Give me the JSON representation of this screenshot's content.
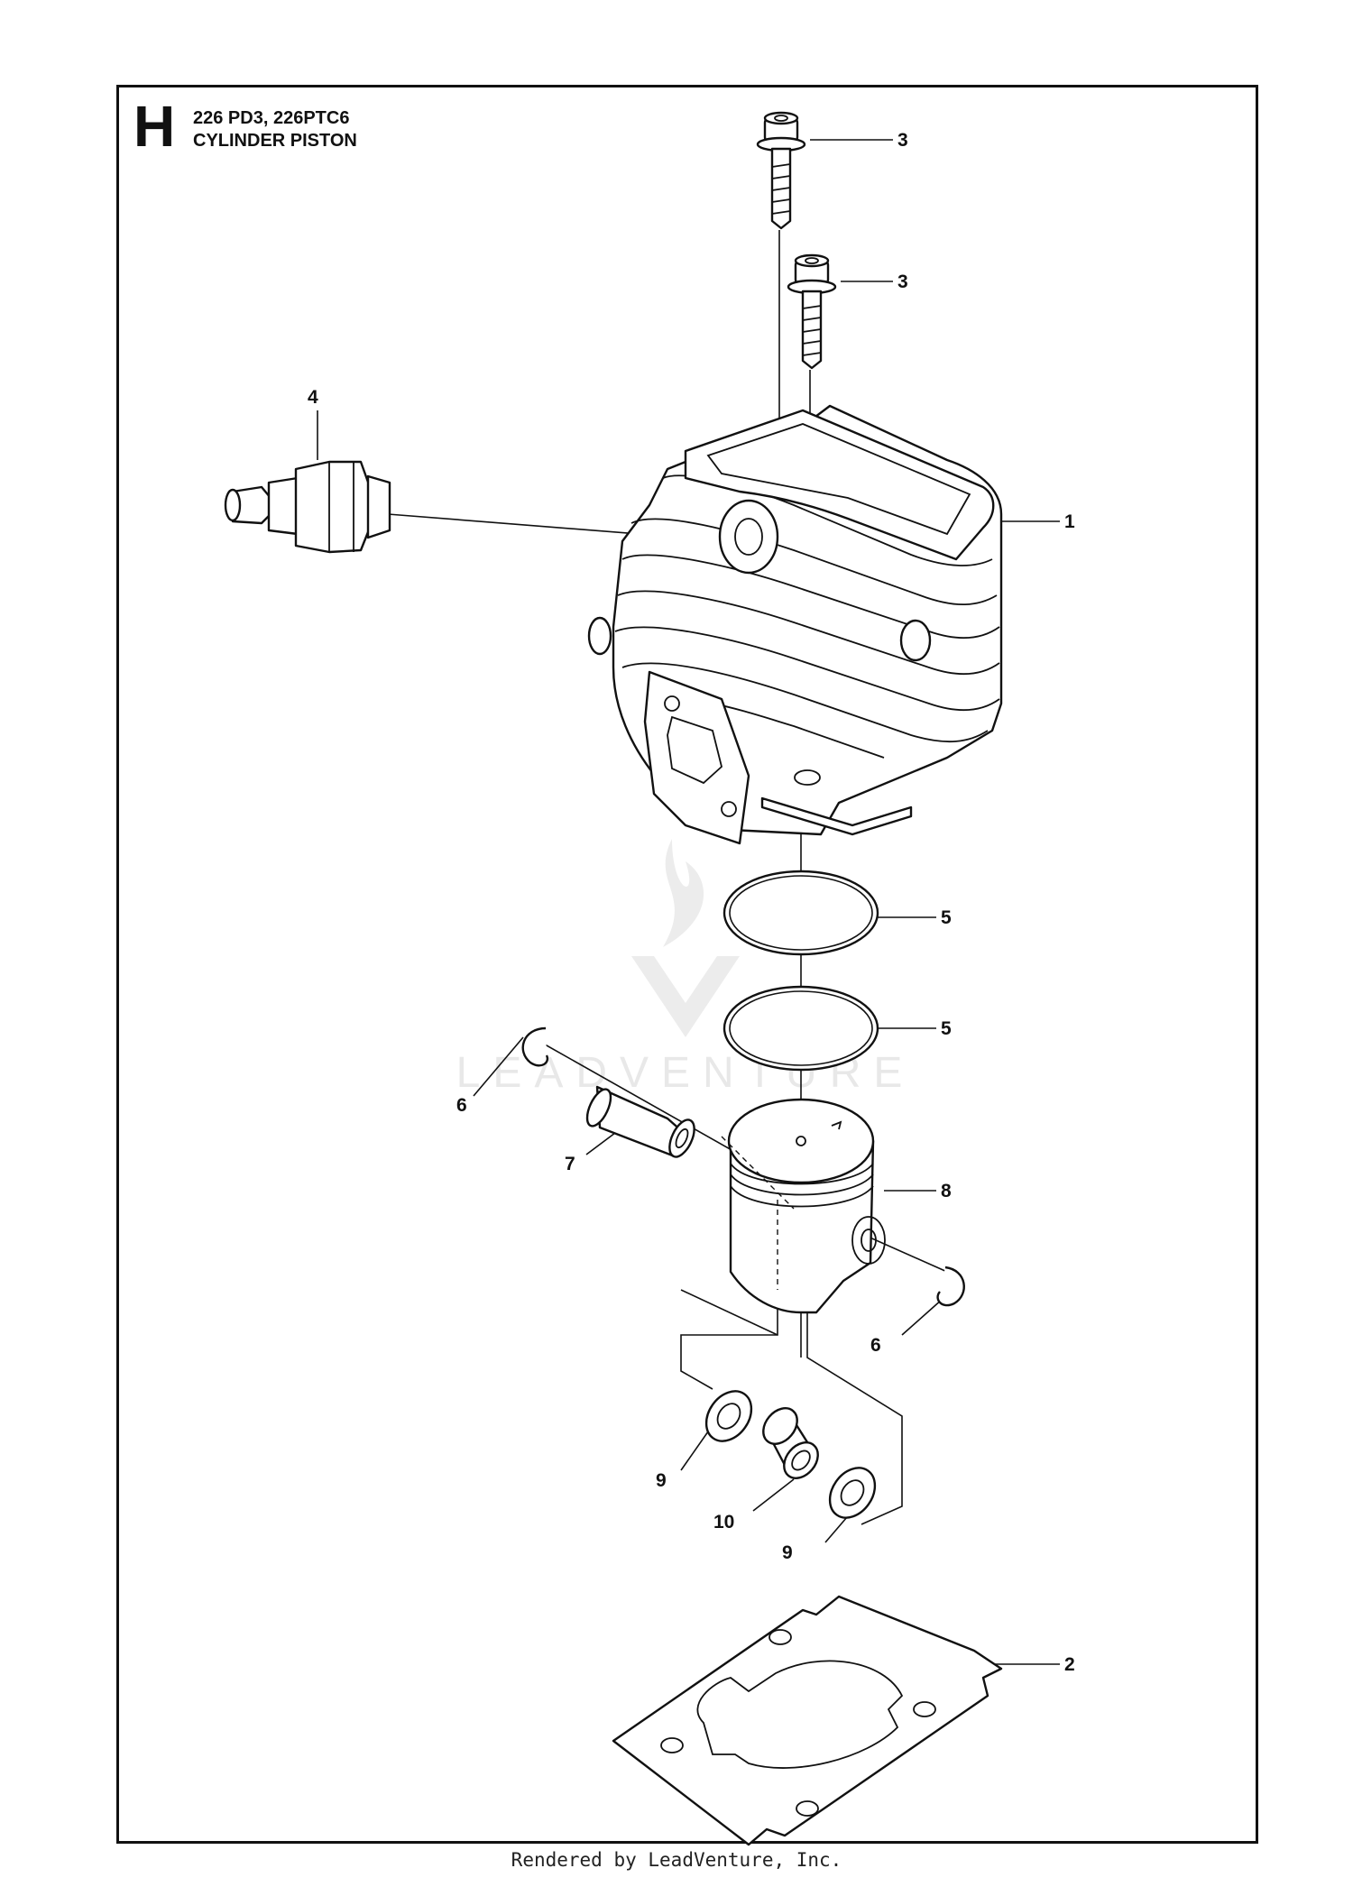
{
  "header": {
    "section_letter": "H",
    "models": "226 PD3, 226PTC6",
    "title": "CYLINDER PISTON"
  },
  "callouts": [
    {
      "part": "1"
    },
    {
      "part": "2"
    },
    {
      "part": "3"
    },
    {
      "part": "3"
    },
    {
      "part": "4"
    },
    {
      "part": "5"
    },
    {
      "part": "5"
    },
    {
      "part": "6"
    },
    {
      "part": "6"
    },
    {
      "part": "7"
    },
    {
      "part": "8"
    },
    {
      "part": "9"
    },
    {
      "part": "9"
    },
    {
      "part": "10"
    }
  ],
  "watermark": {
    "text": "LEADVENTURE",
    "color": "#e6e6e6"
  },
  "footer": {
    "text": "Rendered by LeadVenture, Inc."
  }
}
